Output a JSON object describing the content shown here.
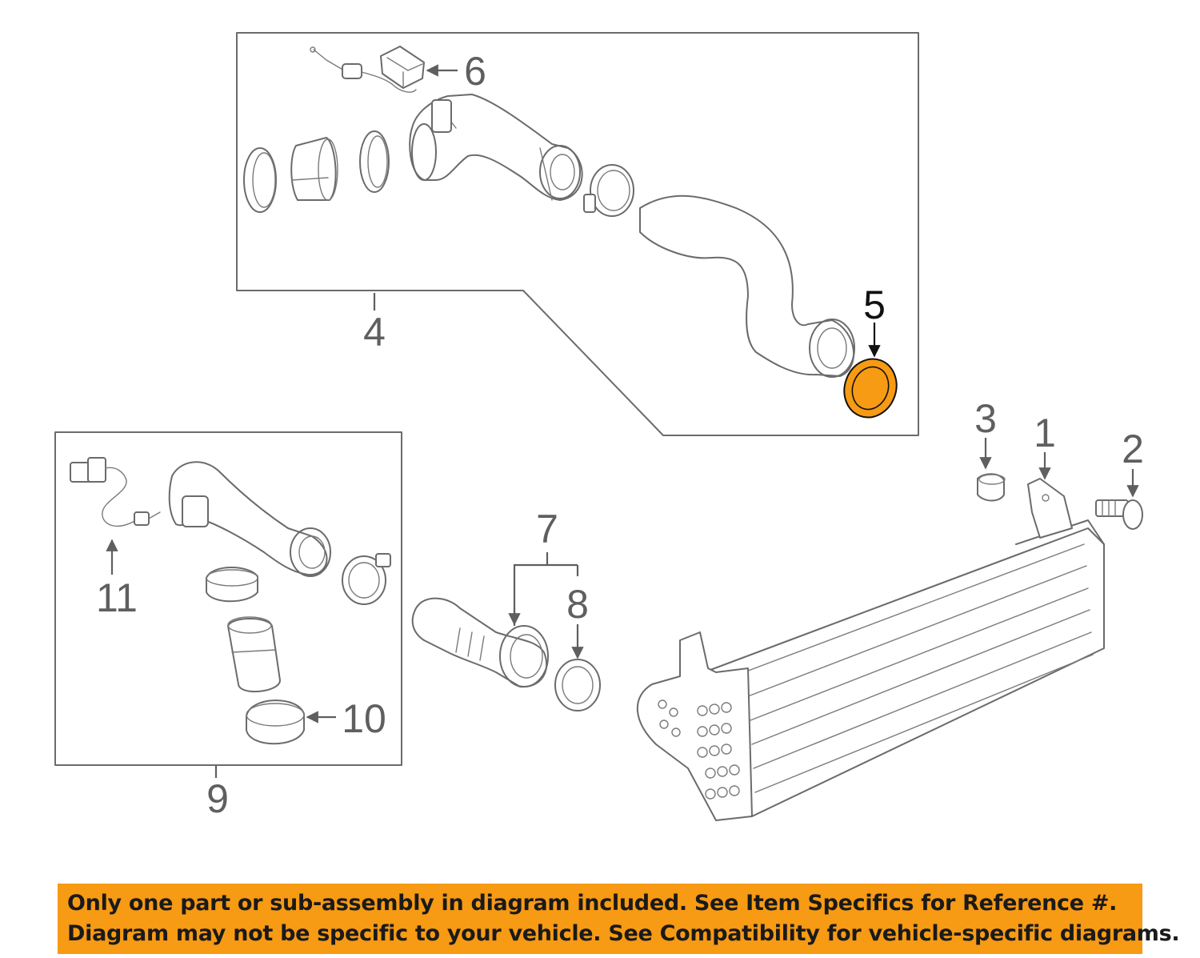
{
  "diagram": {
    "callouts": [
      {
        "id": "1",
        "label": "1",
        "highlight": false
      },
      {
        "id": "2",
        "label": "2",
        "highlight": false
      },
      {
        "id": "3",
        "label": "3",
        "highlight": false
      },
      {
        "id": "4",
        "label": "4",
        "highlight": false
      },
      {
        "id": "5",
        "label": "5",
        "highlight": true
      },
      {
        "id": "6",
        "label": "6",
        "highlight": false
      },
      {
        "id": "7",
        "label": "7",
        "highlight": false
      },
      {
        "id": "8",
        "label": "8",
        "highlight": false
      },
      {
        "id": "9",
        "label": "9",
        "highlight": false
      },
      {
        "id": "10",
        "label": "10",
        "highlight": false
      },
      {
        "id": "11",
        "label": "11",
        "highlight": false
      }
    ],
    "highlight_color": "#f79a14",
    "line_color": "#6b6b6b"
  },
  "banner": {
    "line1": "Only one part or sub-assembly in diagram included. See Item Specifics for Reference #.",
    "line2": "Diagram may not be specific to your vehicle. See Compatibility for vehicle-specific diagrams.",
    "background": "#f79a14"
  }
}
